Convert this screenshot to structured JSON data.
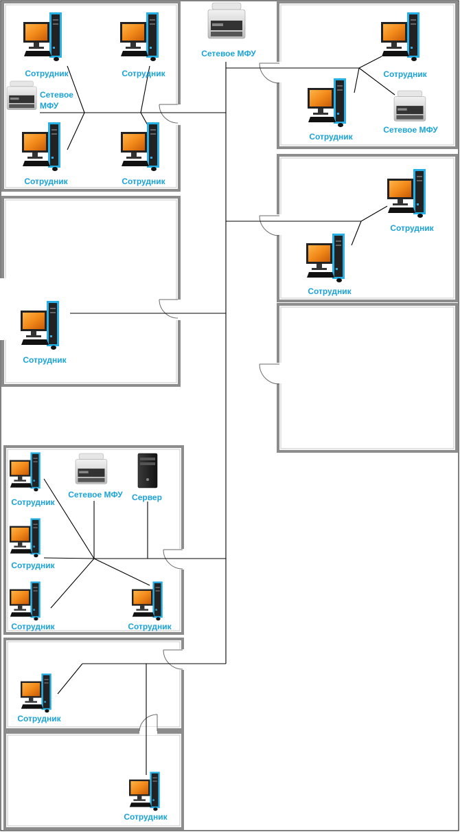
{
  "labels": {
    "employee": "Сотрудник",
    "mfu": "Сетевое МФУ",
    "mfu_line1": "Сетевое",
    "mfu_line2": "МФУ",
    "server": "Сервер"
  },
  "icons": {
    "workstation": "workstation-icon",
    "printer": "mfu-printer-icon",
    "server": "server-icon"
  },
  "colors": {
    "label": "#1aa3d9",
    "wall": "#8c8c8c",
    "monitor": "#f08a1c",
    "tower_outline": "#27b0e6"
  }
}
